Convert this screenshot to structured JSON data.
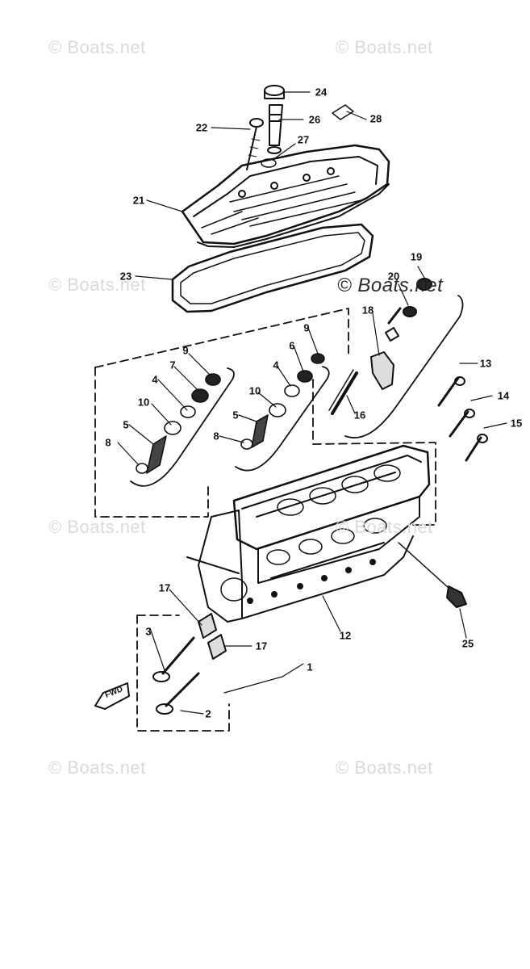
{
  "watermarks": [
    "© Boats.net",
    "© Boats.net",
    "© Boats.net",
    "© Boats.net",
    "© Boats.net",
    "© Boats.net",
    "© Boats.net",
    "© Boats.net"
  ],
  "parts": [
    {
      "no": "24"
    },
    {
      "no": "26"
    },
    {
      "no": "28"
    },
    {
      "no": "22"
    },
    {
      "no": "27"
    },
    {
      "no": "21"
    },
    {
      "no": "23"
    },
    {
      "no": "19"
    },
    {
      "no": "20"
    },
    {
      "no": "18"
    },
    {
      "no": "9"
    },
    {
      "no": "7"
    },
    {
      "no": "4"
    },
    {
      "no": "10"
    },
    {
      "no": "5"
    },
    {
      "no": "8"
    },
    {
      "no": "9"
    },
    {
      "no": "6"
    },
    {
      "no": "4"
    },
    {
      "no": "10"
    },
    {
      "no": "5"
    },
    {
      "no": "8"
    },
    {
      "no": "16"
    },
    {
      "no": "13"
    },
    {
      "no": "14"
    },
    {
      "no": "15"
    },
    {
      "no": "17"
    },
    {
      "no": "17"
    },
    {
      "no": "3"
    },
    {
      "no": "1"
    },
    {
      "no": "2"
    },
    {
      "no": "12"
    },
    {
      "no": "25"
    }
  ],
  "fwd_label": "FWD"
}
